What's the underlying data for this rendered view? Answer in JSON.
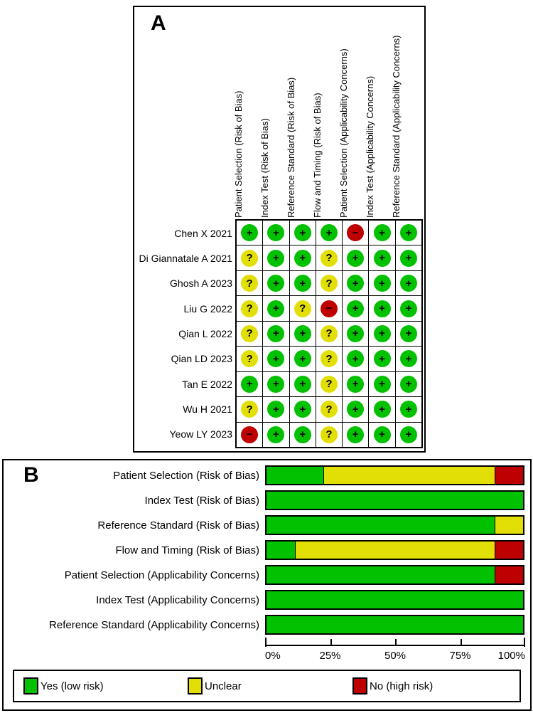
{
  "panels": {
    "a_label": "A",
    "b_label": "B"
  },
  "colors": {
    "low": "#02C100",
    "unclear": "#E2DF07",
    "high": "#BF0000"
  },
  "legend": {
    "items": [
      {
        "key": "low",
        "label": "Yes (low risk)"
      },
      {
        "key": "unclear",
        "label": "Unclear"
      },
      {
        "key": "high",
        "label": "No (high risk)"
      }
    ]
  },
  "chart_data": [
    {
      "type": "heatmap",
      "panel": "A",
      "description": "QUADAS-2 traffic-light plot: risk of bias and applicability judgements per study",
      "columns": [
        "Patient Selection (Risk of Bias)",
        "Index Test (Risk of Bias)",
        "Reference Standard (Risk of Bias)",
        "Flow and Timing (Risk of Bias)",
        "Patient Selection (Applicability Concerns)",
        "Index Test (Applicability Concerns)",
        "Reference Standard (Applicability Concerns)"
      ],
      "symbols": {
        "low": "+",
        "unclear": "?",
        "high": "−"
      },
      "rows": [
        {
          "study": "Chen X 2021",
          "judgements": [
            "low",
            "low",
            "low",
            "low",
            "high",
            "low",
            "low"
          ]
        },
        {
          "study": "Di Giannatale A 2021",
          "judgements": [
            "unclear",
            "low",
            "low",
            "unclear",
            "low",
            "low",
            "low"
          ]
        },
        {
          "study": "Ghosh A 2023",
          "judgements": [
            "unclear",
            "low",
            "low",
            "unclear",
            "low",
            "low",
            "low"
          ]
        },
        {
          "study": "Liu G 2022",
          "judgements": [
            "unclear",
            "low",
            "unclear",
            "high",
            "low",
            "low",
            "low"
          ]
        },
        {
          "study": "Qian L 2022",
          "judgements": [
            "unclear",
            "low",
            "low",
            "unclear",
            "low",
            "low",
            "low"
          ]
        },
        {
          "study": "Qian LD 2023",
          "judgements": [
            "unclear",
            "low",
            "low",
            "unclear",
            "low",
            "low",
            "low"
          ]
        },
        {
          "study": "Tan E 2022",
          "judgements": [
            "low",
            "low",
            "low",
            "unclear",
            "low",
            "low",
            "low"
          ]
        },
        {
          "study": "Wu H 2021",
          "judgements": [
            "unclear",
            "low",
            "low",
            "unclear",
            "low",
            "low",
            "low"
          ]
        },
        {
          "study": "Yeow LY 2023",
          "judgements": [
            "high",
            "low",
            "low",
            "unclear",
            "low",
            "low",
            "low"
          ]
        }
      ]
    },
    {
      "type": "bar",
      "panel": "B",
      "stacked": true,
      "orientation": "horizontal",
      "title": "",
      "xlabel": "",
      "ylabel": "",
      "xlim": [
        0,
        100
      ],
      "xlabel_ticks": [
        "0%",
        "25%",
        "50%",
        "75%",
        "100%"
      ],
      "legend_position": "bottom",
      "categories": [
        "Patient Selection (Risk of Bias)",
        "Index Test (Risk of Bias)",
        "Reference Standard (Risk of Bias)",
        "Flow and Timing (Risk of Bias)",
        "Patient Selection (Applicability Concerns)",
        "Index Test (Applicability Concerns)",
        "Reference Standard (Applicability Concerns)"
      ],
      "series": [
        {
          "name": "Yes (low risk)",
          "key": "low",
          "values": [
            22.2,
            100,
            88.9,
            11.1,
            88.9,
            100,
            100
          ]
        },
        {
          "name": "Unclear",
          "key": "unclear",
          "values": [
            66.7,
            0,
            11.1,
            77.8,
            0,
            0,
            0
          ]
        },
        {
          "name": "No (high risk)",
          "key": "high",
          "values": [
            11.1,
            0,
            0,
            11.1,
            11.1,
            0,
            0
          ]
        }
      ]
    }
  ]
}
